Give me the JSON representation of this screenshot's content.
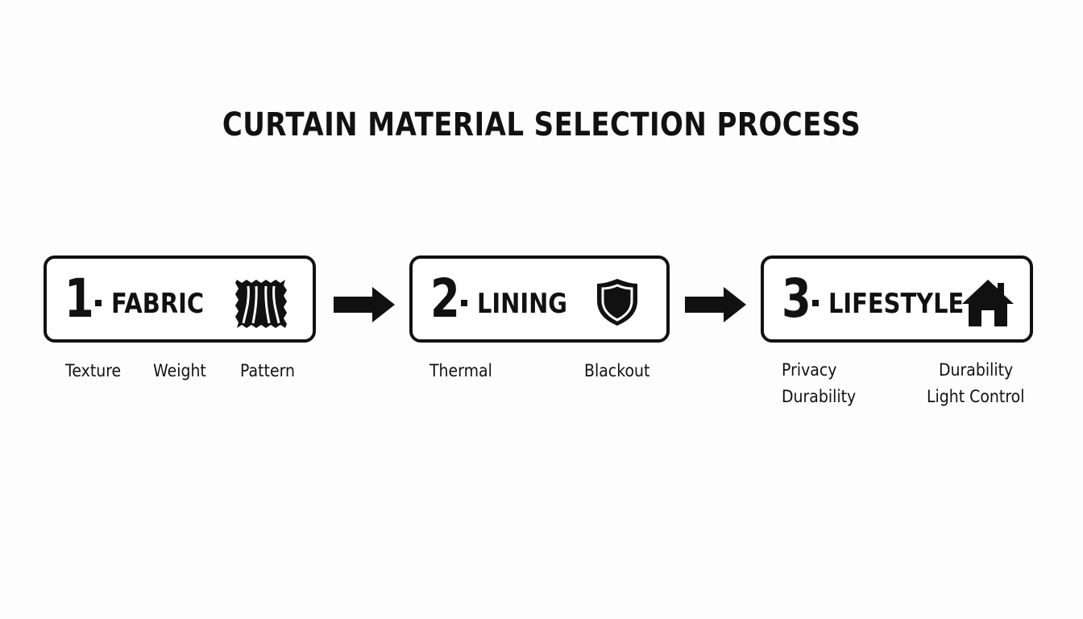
{
  "title": "CURTAIN MATERIAL SELECTION PROCESS",
  "steps": [
    {
      "number": "1",
      "label": "FABRIC",
      "icon": "fabric-swatch-icon",
      "attributes": [
        "Texture",
        "Weight",
        "Pattern"
      ]
    },
    {
      "number": "2",
      "label": "LINING",
      "icon": "shield-icon",
      "attributes": [
        "Thermal",
        "Blackout"
      ]
    },
    {
      "number": "3",
      "label": "LIFESTYLE",
      "icon": "house-icon",
      "attributes": [
        "Privacy",
        "Durability",
        "Durability",
        "Light Control"
      ]
    }
  ],
  "arrow_icon": "right-arrow-icon",
  "colors": {
    "ink": "#111111",
    "background": "#fdfdfd"
  }
}
